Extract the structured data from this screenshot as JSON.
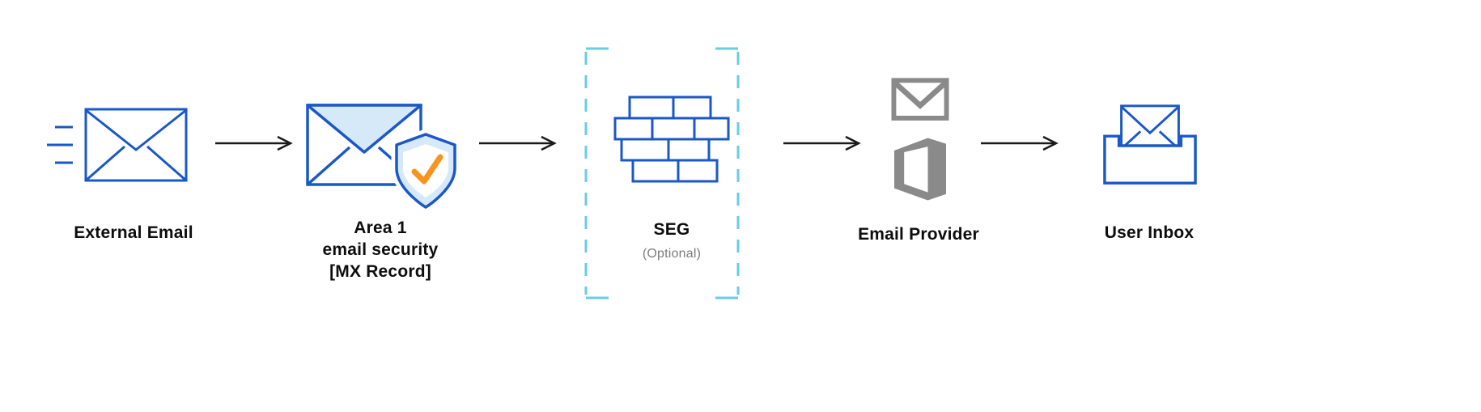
{
  "nodes": {
    "external_email": {
      "label": "External Email"
    },
    "area1": {
      "line1": "Area 1",
      "line2": "email security",
      "line3": "[MX Record]"
    },
    "seg": {
      "label": "SEG",
      "sublabel": "(Optional)"
    },
    "email_provider": {
      "label": "Email Provider"
    },
    "user_inbox": {
      "label": "User Inbox"
    }
  },
  "icons": {
    "external_email": "speeding-envelope-icon",
    "area1": "envelope-with-shield-check-icon",
    "seg": "firewall-bricks-icon",
    "email_provider": [
      "gmail-icon",
      "office-icon"
    ],
    "user_inbox": "inbox-tray-envelope-icon"
  },
  "colors": {
    "primary_blue": "#1a58c8",
    "light_blue": "#d6e9f8",
    "check_orange": "#f6941d",
    "bracket_cyan": "#67cde0",
    "provider_gray": "#8a8a8a",
    "arrow_black": "#1a1a1a",
    "label_black": "#0d0d0d",
    "optional_gray": "#7c7c7c"
  }
}
